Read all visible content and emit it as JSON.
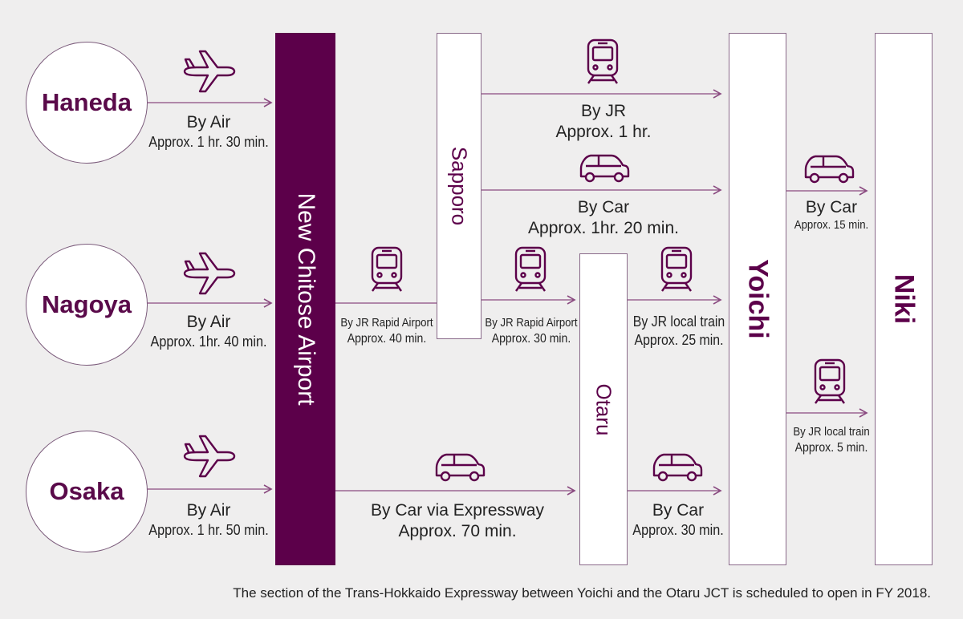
{
  "origins": [
    {
      "name": "Haneda",
      "mode": "By Air",
      "time": "Approx. 1 hr. 30 min."
    },
    {
      "name": "Nagoya",
      "mode": "By Air",
      "time": "Approx. 1hr. 40 min."
    },
    {
      "name": "Osaka",
      "mode": "By Air",
      "time": "Approx. 1 hr. 50 min."
    }
  ],
  "nodes": {
    "airport": "New Chitose Airport",
    "sapporo": "Sapporo",
    "otaru": "Otaru",
    "yoichi": "Yoichi",
    "niki": "Niki"
  },
  "routes": {
    "airport_sapporo": {
      "mode": "By JR Rapid Airport",
      "time": "Approx. 40 min."
    },
    "sapporo_otaru": {
      "mode": "By JR Rapid Airport",
      "time": "Approx. 30 min."
    },
    "sapporo_yoichi_jr": {
      "mode": "By JR",
      "time": "Approx. 1 hr."
    },
    "sapporo_yoichi_car": {
      "mode": "By Car",
      "time": "Approx. 1hr. 20 min."
    },
    "otaru_yoichi_jr": {
      "mode": "By JR local train",
      "time": "Approx. 25 min."
    },
    "airport_otaru_car": {
      "mode": "By Car via Expressway",
      "time": "Approx. 70 min."
    },
    "otaru_yoichi_car": {
      "mode": "By Car",
      "time": "Approx. 30 min."
    },
    "yoichi_niki_car": {
      "mode": "By Car",
      "time": "Approx. 15 min."
    },
    "yoichi_niki_jr": {
      "mode": "By JR local train",
      "time": "Approx. 5 min."
    }
  },
  "icons": [
    "plane-icon",
    "train-icon",
    "car-icon"
  ],
  "colors": {
    "accent": "#5c004a",
    "line": "#8a4a80",
    "background": "#efeeee"
  },
  "footnote": "The section of the Trans-Hokkaido Expressway between Yoichi and the Otaru JCT is scheduled to open in FY 2018."
}
